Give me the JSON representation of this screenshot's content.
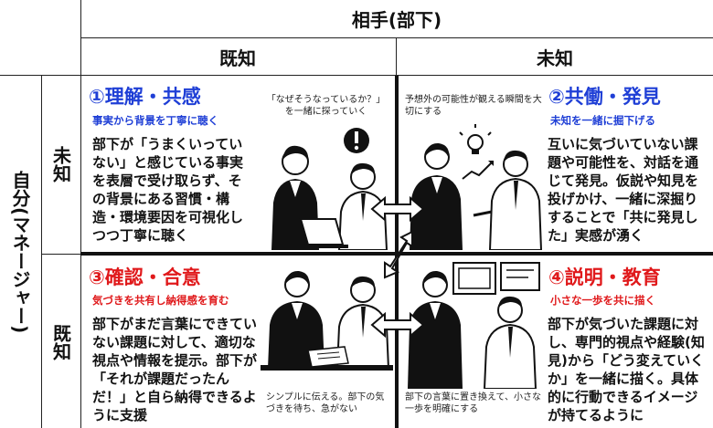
{
  "header": {
    "top": "相手(部下)",
    "col_known": "既知",
    "col_unknown": "未知",
    "side": "自分(マネージャー)",
    "row_unknown": "未知",
    "row_known": "既知"
  },
  "quadrants": {
    "q1": {
      "title": "①理解・共感",
      "subtitle": "事実から背景を丁寧に聴く",
      "body": "部下が「うまくいっていない」と感じている事実を表層で受け取らず、その背景にある習慣・構造・環境要因を可視化しつつ丁寧に聴く",
      "caption": "「なぜそうなっているか？」を一緒に探っていく"
    },
    "q2": {
      "title": "②共働・発見",
      "subtitle": "未知を一緒に掘下げる",
      "body": "互いに気づいていない課題や可能性を、対話を通じて発見。仮説や知見を投げかけ、一緒に深掘りすることで「共に発見した」実感が湧く",
      "caption": "予想外の可能性が観える瞬間を大切にする"
    },
    "q3": {
      "title": "③確認・合意",
      "subtitle": "気づきを共有し納得感を育む",
      "body": "部下がまだ言葉にできていない課題に対して、適切な視点や情報を提示。部下が「それが課題だったんだ！」と自ら納得できるように支援",
      "caption": "シンプルに伝える。部下の気づきを待ち、急がない"
    },
    "q4": {
      "title": "④説明・教育",
      "subtitle": "小さな一歩を共に描く",
      "body": "部下が気づいた課題に対し、専門的視点や経験(知見)から「どう変えていくか」を一緒に描く。具体的に行動できるイメージが持てるように",
      "caption": "部下の言葉に置き換えて、小さな一歩を明確にする"
    }
  },
  "colors": {
    "title_blue": "#1f3fd6",
    "title_red": "#e0191b",
    "lines": "#111111"
  },
  "icons": [
    "exclamation-icon",
    "lightbulb-icon",
    "growth-chart-icon",
    "whiteboard-icon",
    "double-arrow-icon"
  ]
}
